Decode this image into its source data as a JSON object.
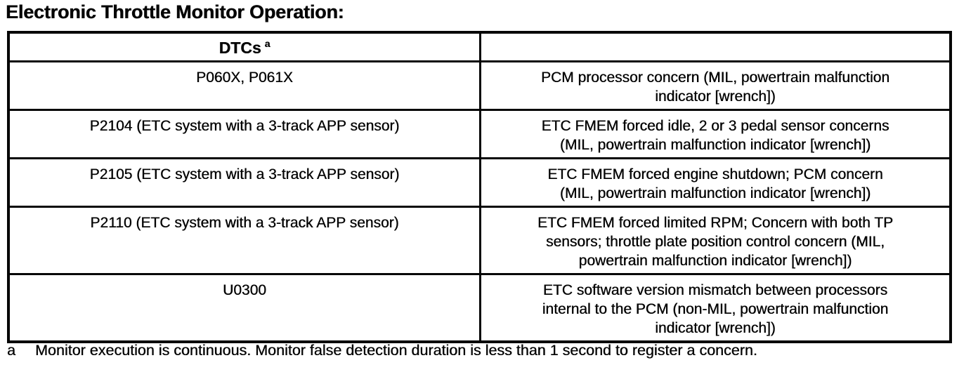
{
  "title": "Electronic Throttle Monitor Operation:",
  "colors": {
    "ink": "#050505",
    "paper": "#ffffff"
  },
  "table": {
    "header": {
      "dtcs_label": "DTCs",
      "dtcs_footnote_ref": "a",
      "description_label": ""
    },
    "rows": [
      {
        "dtc": "P060X, P061X",
        "description": "PCM processor concern (MIL, powertrain malfunction\nindicator [wrench])"
      },
      {
        "dtc": "P2104 (ETC system with a 3-track APP sensor)",
        "description": "ETC FMEM  forced idle, 2 or 3 pedal sensor concerns\n(MIL, powertrain malfunction indicator [wrench])"
      },
      {
        "dtc": "P2105 (ETC system with a 3-track APP sensor)",
        "description": "ETC FMEM  forced engine shutdown; PCM concern\n(MIL, powertrain malfunction indicator [wrench])"
      },
      {
        "dtc": "P2110 (ETC system with a 3-track APP sensor)",
        "description": "ETC FMEM  forced limited RPM; Concern with both TP\nsensors; throttle plate position control concern (MIL,\npowertrain malfunction indicator [wrench])"
      },
      {
        "dtc": "U0300",
        "description": "ETC software version mismatch between processors\ninternal to the PCM (non-MIL, powertrain malfunction\nindicator [wrench])"
      }
    ]
  },
  "footnote": {
    "marker": "a",
    "text": "Monitor execution is continuous. Monitor false detection duration is less than 1 second to register a concern."
  }
}
